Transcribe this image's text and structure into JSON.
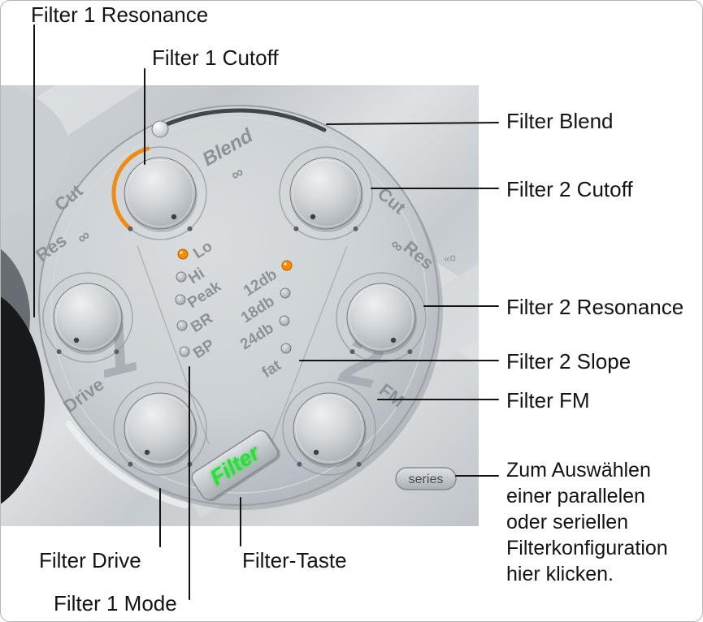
{
  "annotations": {
    "filter1_resonance": "Filter 1 Resonance",
    "filter1_cutoff": "Filter 1 Cutoff",
    "filter_blend": "Filter Blend",
    "filter2_cutoff": "Filter 2 Cutoff",
    "filter2_resonance": "Filter 2 Resonance",
    "filter2_slope": "Filter 2 Slope",
    "filter_fm": "Filter FM",
    "filter_drive": "Filter Drive",
    "filter_taste": "Filter-Taste",
    "filter1_mode": "Filter 1 Mode",
    "series_note": [
      "Zum Auswählen",
      "einer parallelen",
      "oder seriellen",
      "Filterkonfiguration",
      "hier klicken."
    ]
  },
  "plugin": {
    "labels": {
      "blend": "Blend",
      "cut_left": "Cut",
      "res_left": "Res",
      "cut_right": "Cut",
      "res_right": "Res",
      "drive": "Drive",
      "fm": "FM",
      "filter1_number": "1",
      "filter2_number": "2",
      "link_icon": "∞"
    },
    "filter1_modes": [
      "Lo",
      "Hi",
      "Peak",
      "BR",
      "BP"
    ],
    "filter1_active_mode": "Lo",
    "filter2_slopes": [
      "12db",
      "18db",
      "24db",
      "fat"
    ],
    "filter2_active_slope": "12db",
    "filter_button": "Filter",
    "series_button": "series",
    "edge_marks": "«o",
    "colors": {
      "led_active": "#ff8a00",
      "filter_button_text": "#2bdc3a",
      "cutoff_arc": "#ef8c14"
    }
  }
}
